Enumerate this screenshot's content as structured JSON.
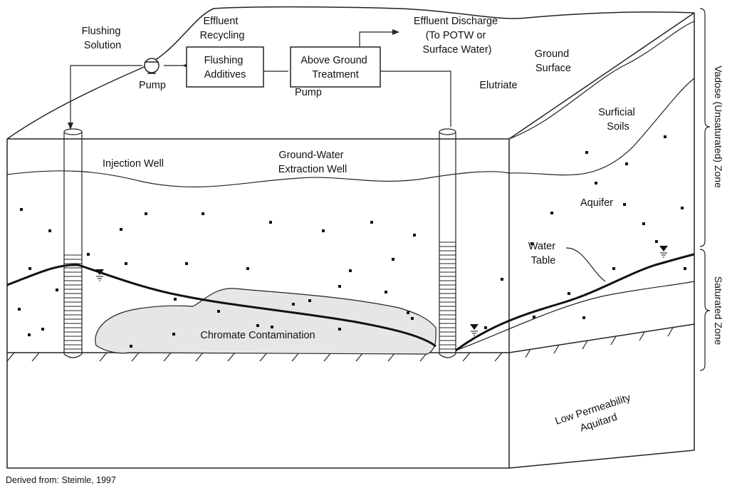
{
  "labels": {
    "flushing_solution": [
      "Flushing",
      "Solution"
    ],
    "effluent_recycling": [
      "Effluent",
      "Recycling"
    ],
    "effluent_discharge": [
      "Effluent Discharge",
      "(To POTW or",
      "Surface Water)"
    ],
    "flushing_additives": [
      "Flushing",
      "Additives"
    ],
    "above_ground_treatment": [
      "Above Ground",
      "Treatment"
    ],
    "pump_left": "Pump",
    "pump_right": "Pump",
    "elutriate": "Elutriate",
    "ground_surface": [
      "Ground",
      "Surface"
    ],
    "surficial_soils": [
      "Surficial",
      "Soils"
    ],
    "injection_well": "Injection Well",
    "extraction_well": [
      "Ground-Water",
      "Extraction Well"
    ],
    "aquifer": "Aquifer",
    "water_table": [
      "Water",
      "Table"
    ],
    "chromate_contamination": "Chromate Contamination",
    "low_permeability": [
      "Low Permeability",
      "Aquitard"
    ],
    "vadose_zone": "Vadose (Unsaturated) Zone",
    "saturated_zone": "Saturated Zone",
    "credit": "Derived from: Steimle, 1997"
  },
  "colors": {
    "line": "#222222",
    "contamination_fill": "#e6e6e6",
    "background": "#ffffff"
  }
}
